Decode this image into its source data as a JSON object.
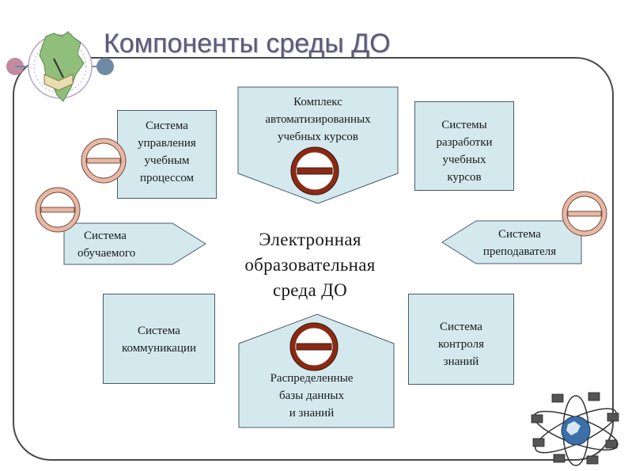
{
  "title": "Компоненты среды ДО",
  "center_label": [
    "Электронная",
    "образовательная",
    "среда ДО"
  ],
  "components": {
    "learning_management": [
      "Система",
      "управления",
      "учебным",
      "процессом"
    ],
    "automated_courses": [
      "Комплекс",
      "автоматизированных",
      "учебных курсов"
    ],
    "course_development": [
      "Системы",
      "разработки",
      "учебных",
      "курсов"
    ],
    "learner_system": [
      "Система",
      "обучаемого"
    ],
    "teacher_system": [
      "Система",
      "преподавателя"
    ],
    "communication": [
      "Система",
      "коммуникации"
    ],
    "distributed_databases": [
      "Распределенные",
      "базы данных",
      "и знаний"
    ],
    "knowledge_control": [
      "Система",
      "контроля",
      "знаний"
    ]
  },
  "colors": {
    "box_fill": "#d4e9ee",
    "symbol_dark": "#8a2a14",
    "symbol_light": "#e6b9a6",
    "title": "#5b5a78"
  },
  "icons": [
    "map-logo-icon",
    "network-globe-icon",
    "theta-symbol-icon"
  ]
}
